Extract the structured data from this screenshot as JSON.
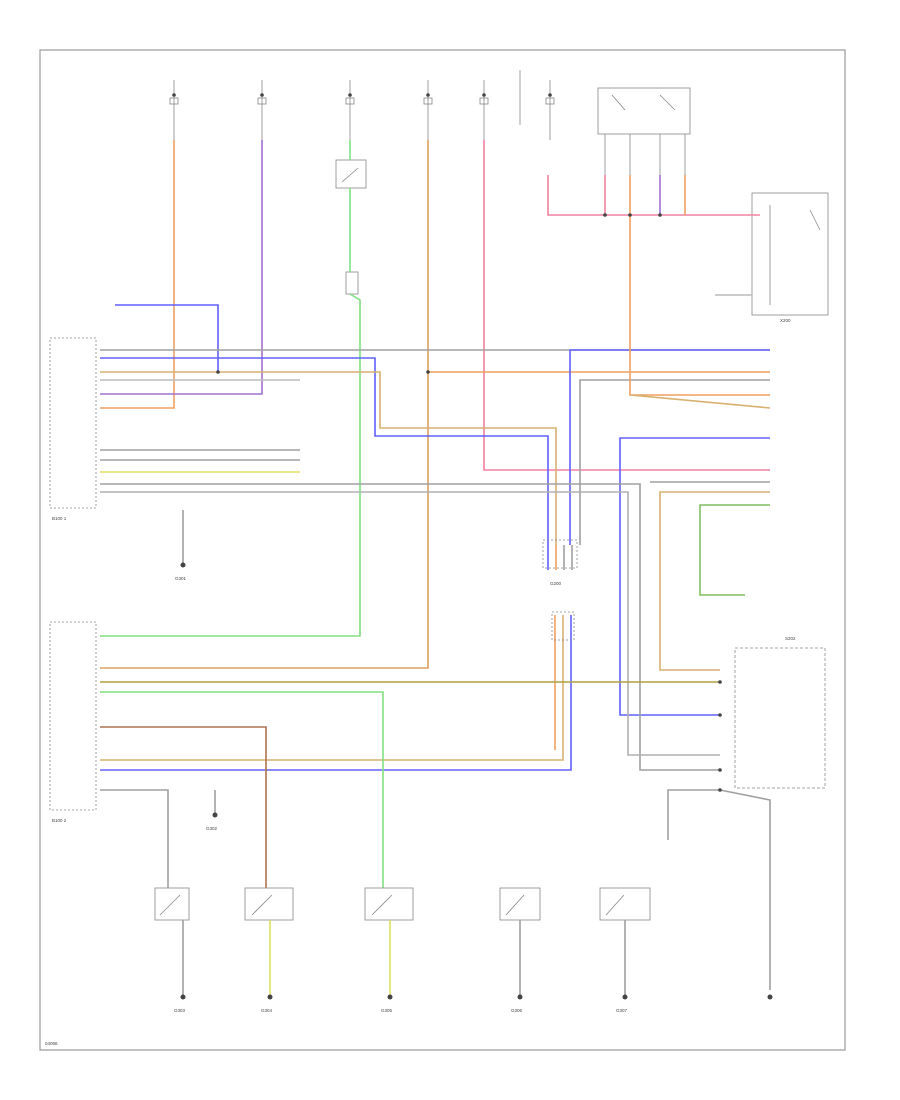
{
  "diagram": {
    "footer_code": "04066",
    "module_labels": {
      "left_upper": "B100 1",
      "left_lower": "B100 2",
      "center_connector": "G200",
      "lower_right_box": "S202",
      "right_module": "X200"
    },
    "grounds": [
      {
        "id": "g1",
        "label": "G301"
      },
      {
        "id": "g2",
        "label": "G302"
      },
      {
        "id": "g3",
        "label": "G303"
      },
      {
        "id": "g4",
        "label": "G304"
      },
      {
        "id": "g5",
        "label": "G305"
      },
      {
        "id": "g6",
        "label": "G306"
      },
      {
        "id": "g7",
        "label": "G307"
      }
    ],
    "colors": {
      "orange": "#f0a060",
      "violet": "#a070d0",
      "green": "#80e080",
      "tan": "#d8b070",
      "pink": "#f080a0",
      "blue": "#6060ff",
      "yellow": "#e0e060",
      "brown": "#b07050",
      "gray": "#a0a0a0",
      "frame": "#999999"
    }
  }
}
